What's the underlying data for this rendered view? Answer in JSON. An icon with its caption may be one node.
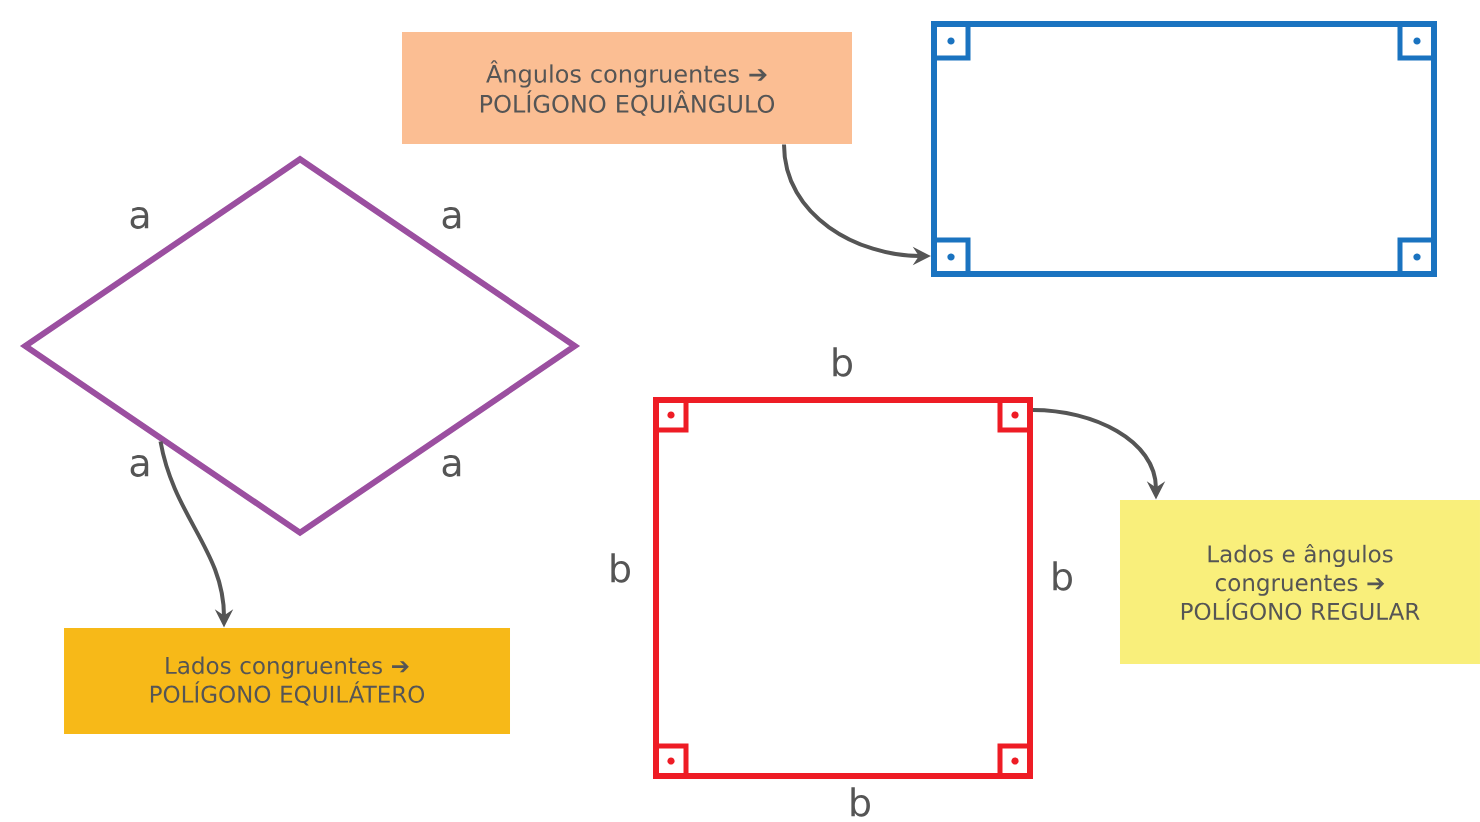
{
  "diagram": {
    "nodes": [
      {
        "text": [
          "Ângulos congruentes ➔ POLÍGONO EQUIÂNGULO"
        ]
      },
      {
        "text": [],
        "shape": "box"
      },
      {
        "text": [],
        "shape": "diamond",
        "beside": [
          "a",
          "a",
          "a",
          "a"
        ]
      },
      {
        "text": [],
        "shape": "box",
        "beside": [
          "b",
          "b",
          "b",
          "b"
        ]
      },
      {
        "text": [
          "Lados congruentes ➔ POLÍGONO EQUILÁTERO"
        ]
      },
      {
        "text": [
          "Lados e ângulos congruentes ➔ POLÍGONO REGULAR"
        ]
      }
    ],
    "edges": [
      {
        "from": 0,
        "to": 1,
        "arrow": "to"
      },
      {
        "from": 2,
        "to": 4,
        "arrow": "to"
      },
      {
        "from": 3,
        "to": 5,
        "arrow": "to"
      }
    ]
  }
}
